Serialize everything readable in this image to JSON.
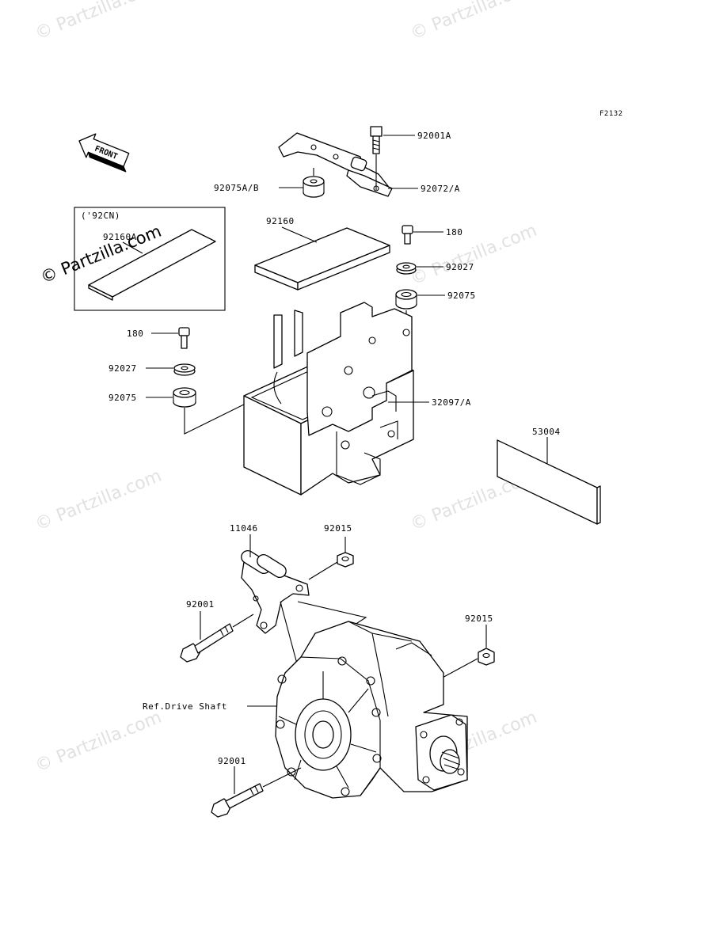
{
  "figure_code": "F2132",
  "front_arrow_text": "FRONT",
  "inset_note": "('92CN)",
  "inset_part": "92160A",
  "watermark": "© Partzilla.com",
  "labels": {
    "p92001A": "92001A",
    "p92075AB": "92075A/B",
    "p92072A": "92072/A",
    "p92160": "92160",
    "p180_right": "180",
    "p92027_right": "92027",
    "p92075_right": "92075",
    "p180_left": "180",
    "p92027_left": "92027",
    "p92075_left": "92075",
    "p32097A": "32097/A",
    "p53004": "53004",
    "p11046": "11046",
    "p92015_top": "92015",
    "p92001_upper": "92001",
    "p92015_right": "92015",
    "ref_drive_shaft": "Ref.Drive Shaft",
    "p92001_lower": "92001"
  },
  "colors": {
    "line": "#000000",
    "watermark": "#c9c9c9"
  }
}
